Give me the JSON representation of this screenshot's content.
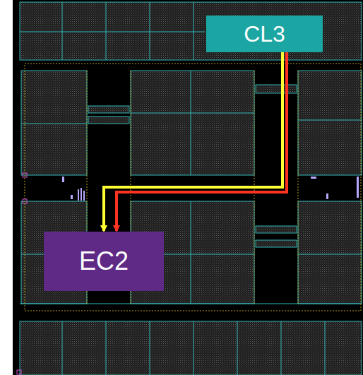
{
  "diagram": {
    "nodes": [
      {
        "text": [
          "CL3"
        ]
      },
      {
        "text": [
          "EC2"
        ]
      }
    ],
    "edges": [
      {
        "from": 0,
        "to": 1,
        "arrow": "to"
      },
      {
        "from": 0,
        "to": 1,
        "arrow": "to"
      }
    ]
  }
}
